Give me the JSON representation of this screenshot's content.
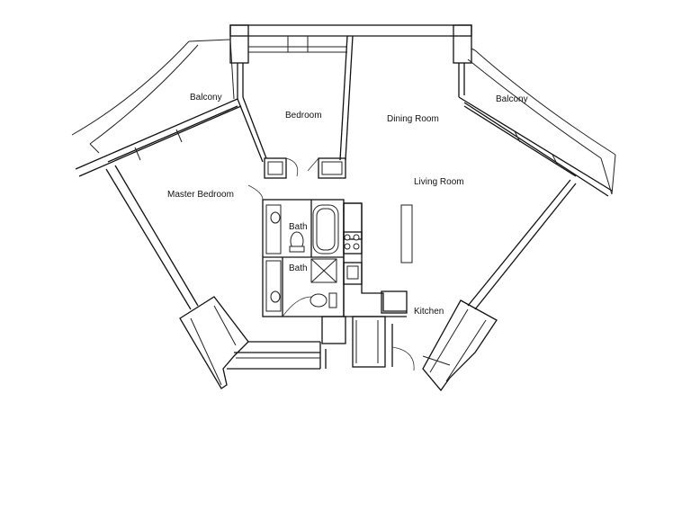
{
  "plan": {
    "rooms": {
      "balcony_left": "Balcony",
      "bedroom": "Bedroom",
      "dining_room": "Dining Room",
      "balcony_right": "Balcony",
      "living_room": "Living Room",
      "master_bedroom": "Master Bedroom",
      "bath_upper": "Bath",
      "bath_lower": "Bath",
      "kitchen": "Kitchen"
    }
  }
}
